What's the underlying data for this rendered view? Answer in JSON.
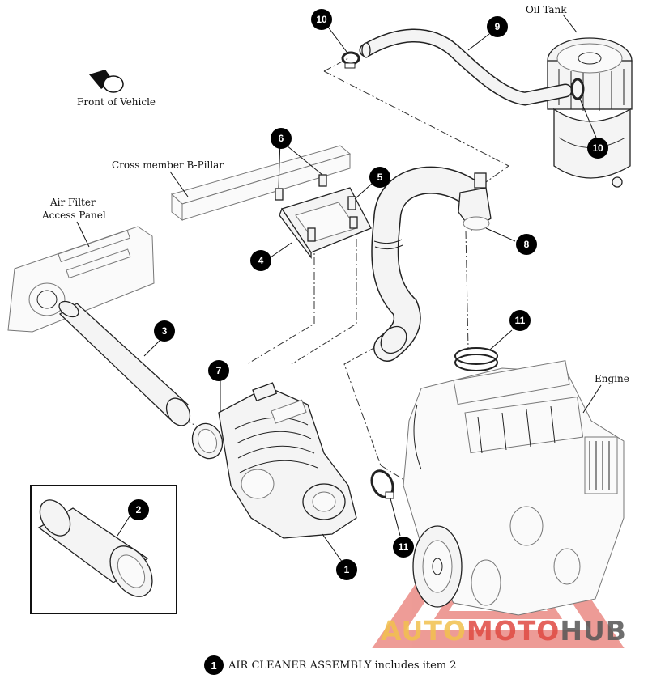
{
  "labels": {
    "oil_tank": "Oil Tank",
    "front_of_vehicle": "Front of Vehicle",
    "cross_member": "Cross member B-Pillar",
    "air_filter_line1": "Air Filter",
    "air_filter_line2": "Access Panel",
    "engine": "Engine"
  },
  "callouts": {
    "c1": "1",
    "c2": "2",
    "c3": "3",
    "c4": "4",
    "c5": "5",
    "c6": "6",
    "c7": "7",
    "c8": "8",
    "c9": "9",
    "c10a": "10",
    "c10b": "10",
    "c11a": "11",
    "c11b": "11"
  },
  "footer": {
    "number": "1",
    "text": "AIR CLEANER ASSEMBLY includes item 2"
  },
  "watermark": {
    "part1": "AUTO",
    "part2": "MOTO",
    "part3": "HUB"
  },
  "colors": {
    "watermark_yellow": "#f2c14e",
    "watermark_red": "#e04a42",
    "watermark_gray": "#555555"
  }
}
